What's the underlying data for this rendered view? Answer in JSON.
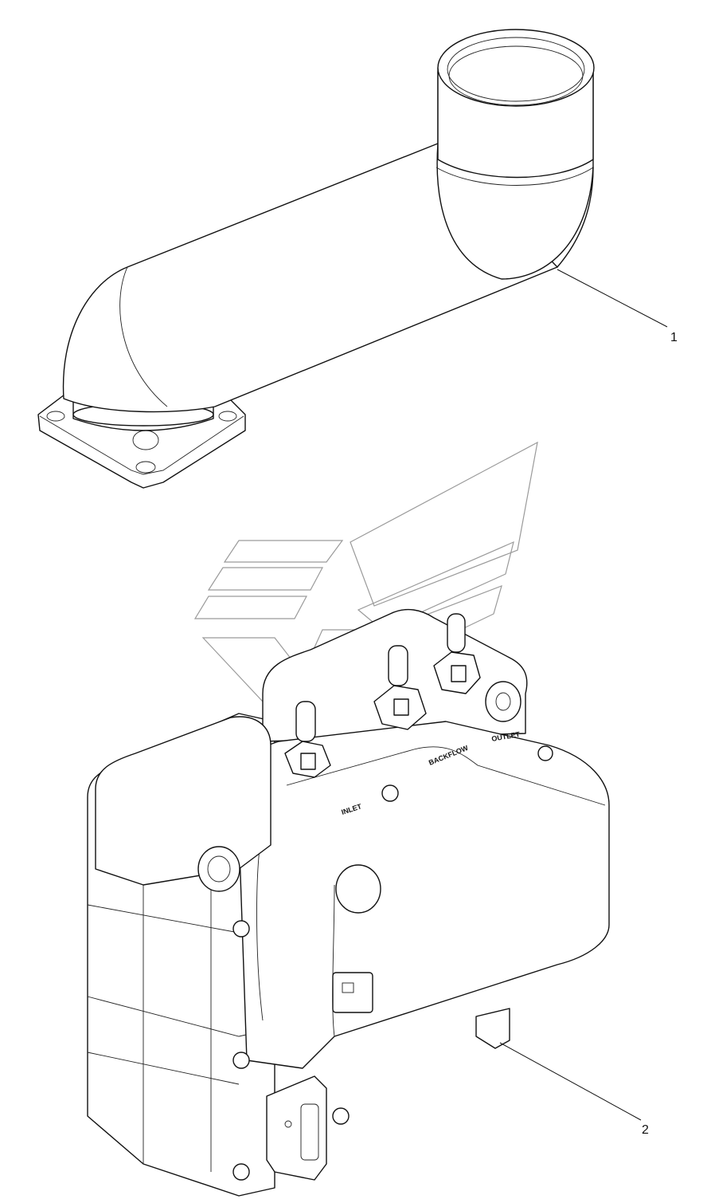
{
  "callouts": [
    {
      "id": "1",
      "label": "1"
    },
    {
      "id": "2",
      "label": "2"
    }
  ],
  "part_markings": {
    "inlet": "INLET",
    "backflow": "BACKFLOW",
    "outlet": "OUTLET"
  },
  "colors": {
    "line": "#111111",
    "watermark": "#9a9a9a",
    "background": "#ffffff"
  }
}
